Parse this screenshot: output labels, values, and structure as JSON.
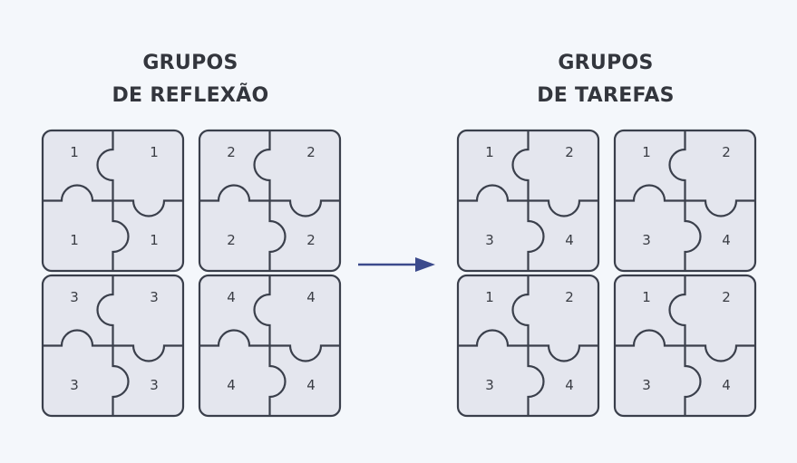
{
  "left_group": {
    "title_line1": "GRUPOS",
    "title_line2": "DE REFLEXÃO",
    "puzzles": [
      {
        "numbers": [
          "1",
          "1",
          "1",
          "1"
        ]
      },
      {
        "numbers": [
          "2",
          "2",
          "2",
          "2"
        ]
      },
      {
        "numbers": [
          "3",
          "3",
          "3",
          "3"
        ]
      },
      {
        "numbers": [
          "4",
          "4",
          "4",
          "4"
        ]
      }
    ]
  },
  "right_group": {
    "title_line1": "GRUPOS",
    "title_line2": "DE TAREFAS",
    "puzzles": [
      {
        "numbers": [
          "1",
          "2",
          "3",
          "4"
        ]
      },
      {
        "numbers": [
          "1",
          "2",
          "3",
          "4"
        ]
      },
      {
        "numbers": [
          "1",
          "2",
          "3",
          "4"
        ]
      },
      {
        "numbers": [
          "1",
          "2",
          "3",
          "4"
        ]
      }
    ]
  },
  "colors": {
    "piece_fill": "#e4e6ee",
    "piece_stroke": "#3a3f4b",
    "arrow": "#3b4a8c"
  }
}
